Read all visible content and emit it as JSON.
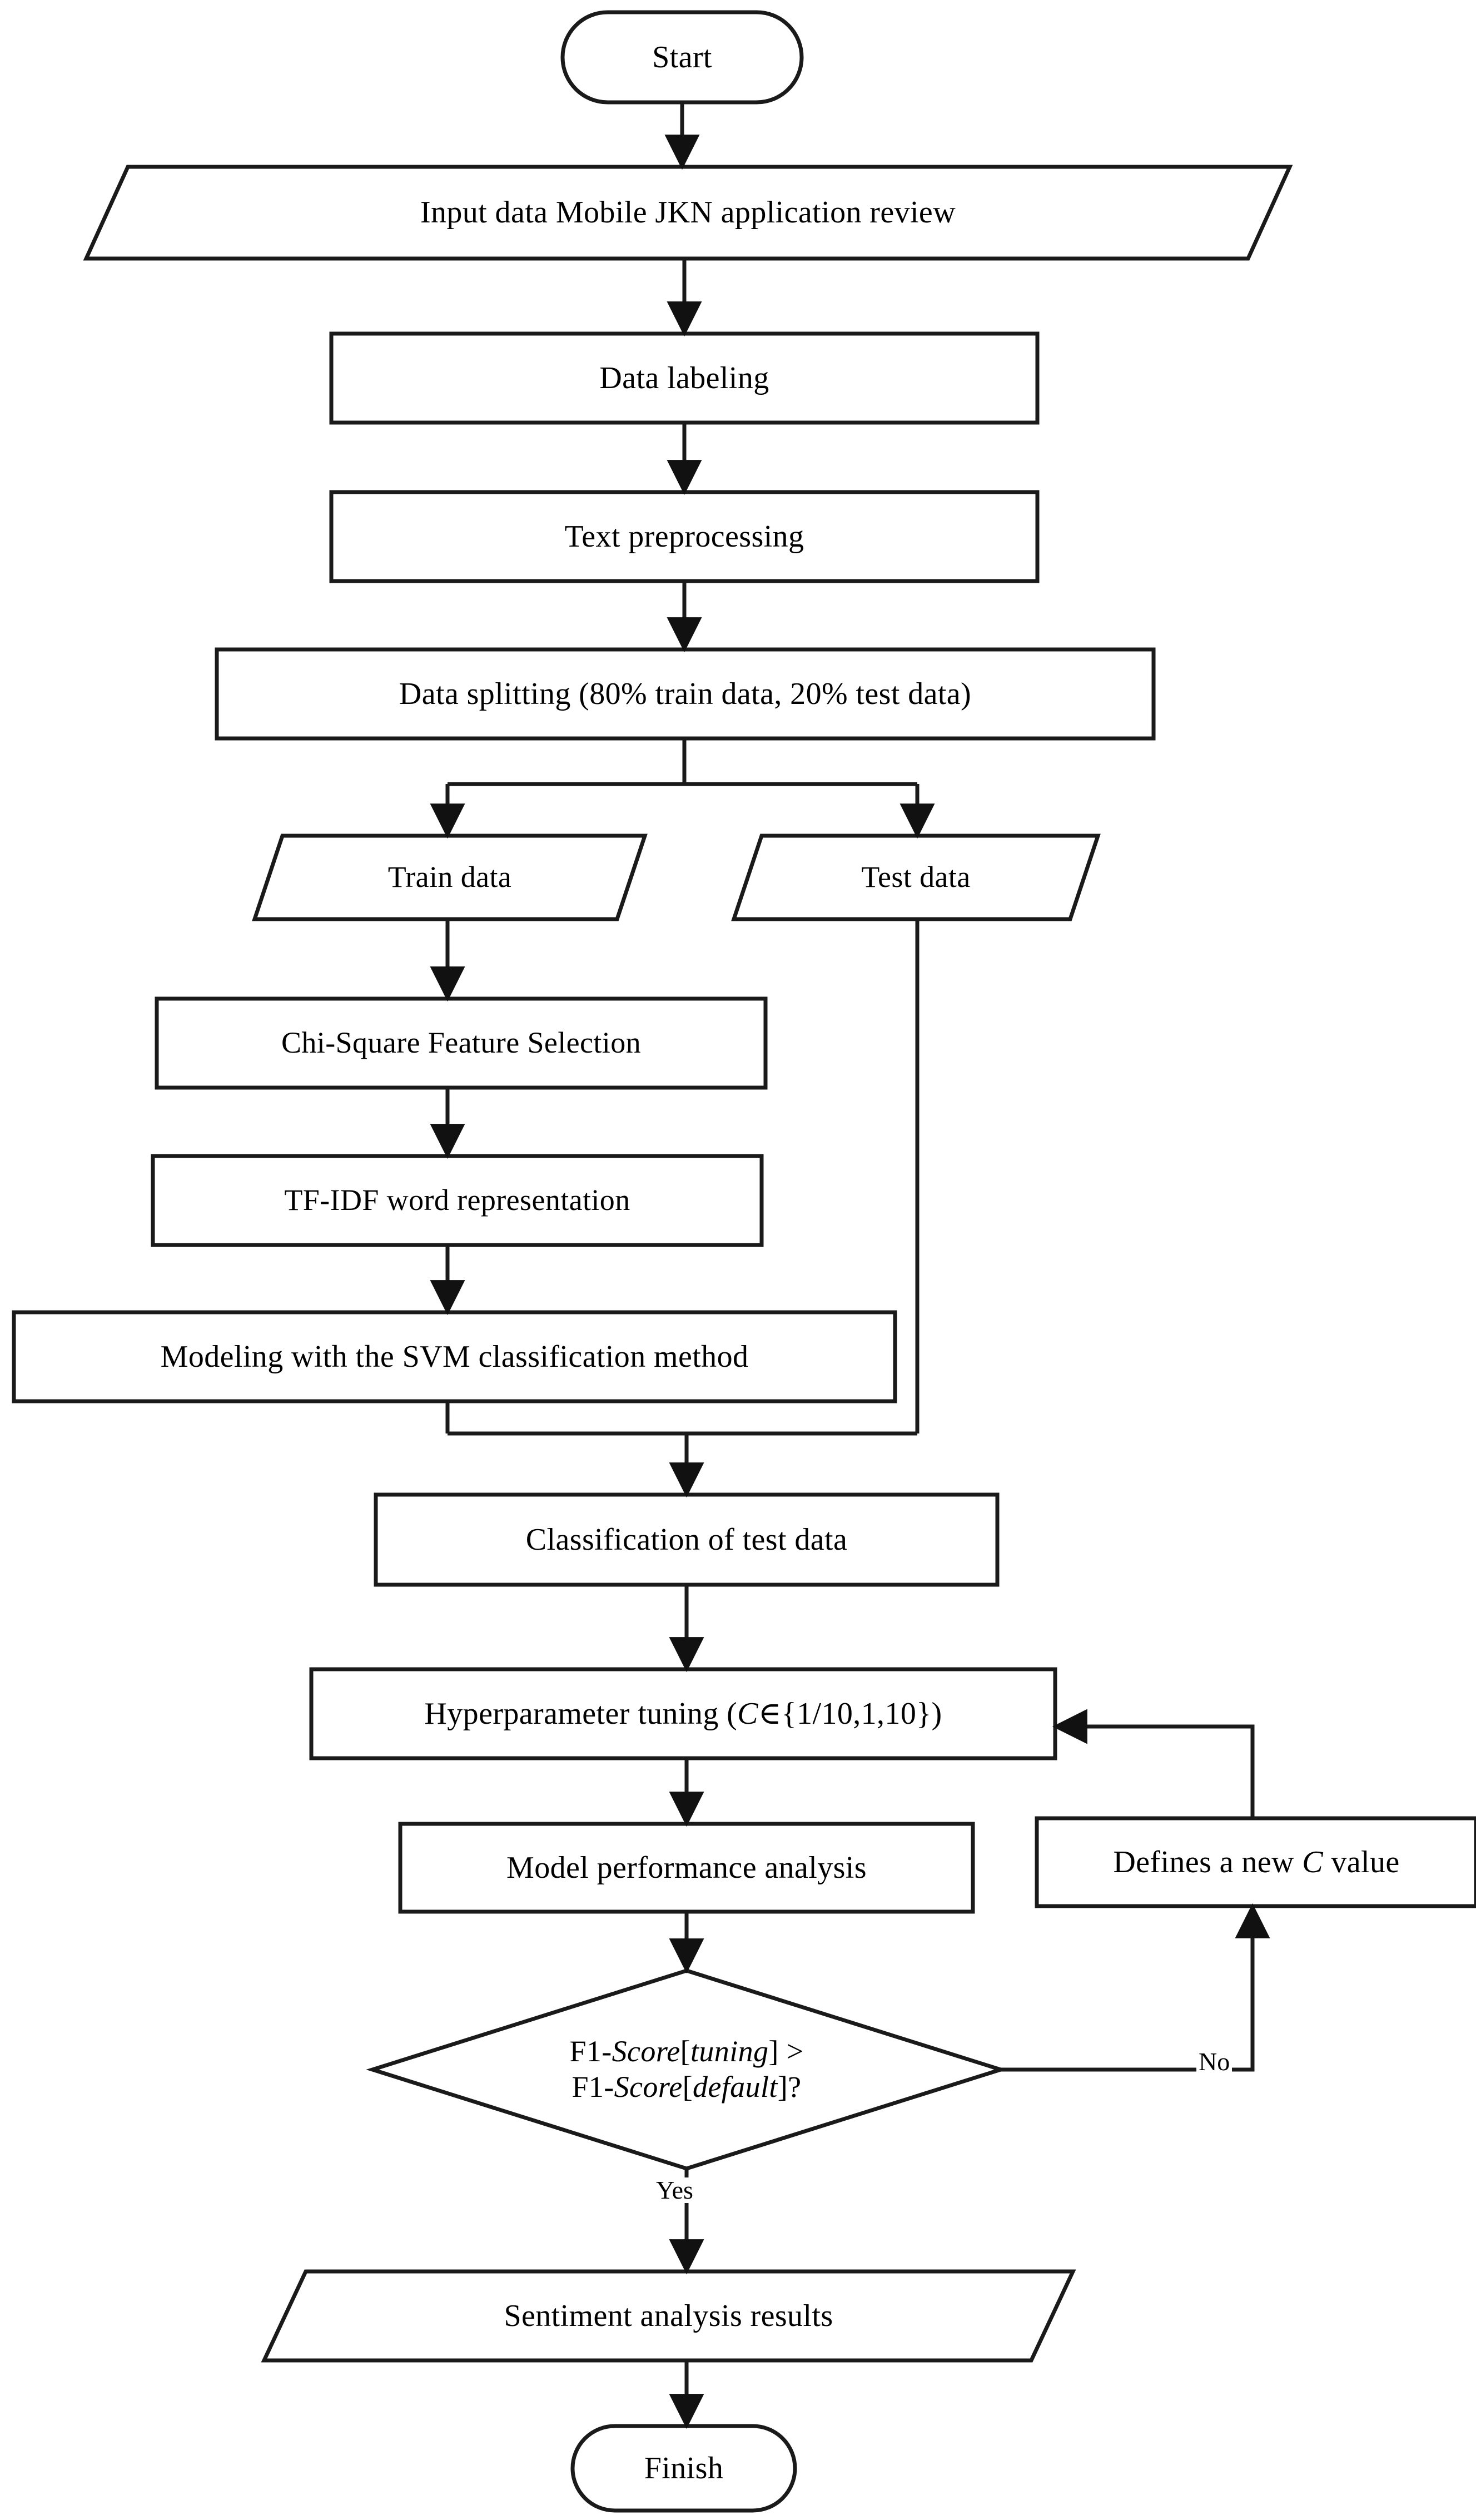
{
  "diagram": {
    "title": "Sentiment analysis research flowchart",
    "stroke_color": "#1a1a1a",
    "fill_color": "#ffffff",
    "text_color": "#000000"
  },
  "nodes": {
    "start": {
      "label": "Start",
      "shape": "terminator"
    },
    "input_data": {
      "label": "Input data Mobile JKN application review",
      "shape": "parallelogram"
    },
    "data_labeling": {
      "label": "Data labeling",
      "shape": "process"
    },
    "text_preprocessing": {
      "label": "Text preprocessing",
      "shape": "process"
    },
    "data_splitting": {
      "label": "Data splitting (80% train data, 20% test data)",
      "shape": "process"
    },
    "train_data": {
      "label": "Train data",
      "shape": "parallelogram"
    },
    "test_data": {
      "label": "Test data",
      "shape": "parallelogram"
    },
    "chi_square": {
      "label": "Chi-Square Feature Selection",
      "shape": "process"
    },
    "tfidf": {
      "label": "TF-IDF word representation",
      "shape": "process"
    },
    "modeling": {
      "label": "Modeling with the SVM classification method",
      "shape": "process"
    },
    "classification": {
      "label": "Classification of test data",
      "shape": "process"
    },
    "hyperparameter": {
      "label_prefix": "Hyperparameter tuning (",
      "label_var": "C",
      "label_suffix": "∈{1/10,1,10})",
      "shape": "process"
    },
    "performance": {
      "label": "Model performance analysis",
      "shape": "process"
    },
    "new_c_value": {
      "label_prefix": "Defines a new ",
      "label_var": "C",
      "label_suffix": " value",
      "shape": "process"
    },
    "decision": {
      "line1_plain_a": "F1-",
      "line1_italic_a": "Score",
      "line1_plain_b": "[",
      "line1_italic_b": "tuning",
      "line1_plain_c": "] >",
      "line2_plain_a": "F1-",
      "line2_italic_a": "Score",
      "line2_plain_b": "[",
      "line2_italic_b": "default",
      "line2_plain_c": "]?",
      "shape": "decision"
    },
    "sentiment_results": {
      "label": "Sentiment analysis results",
      "shape": "parallelogram"
    },
    "finish": {
      "label": "Finish",
      "shape": "terminator"
    }
  },
  "edge_labels": {
    "yes": "Yes",
    "no": "No"
  }
}
